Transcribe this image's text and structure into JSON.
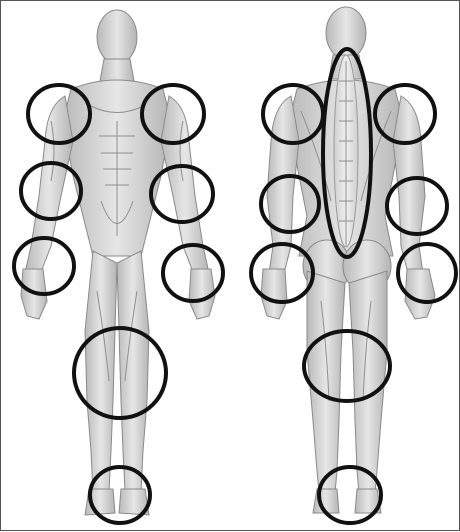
{
  "figure": {
    "views": [
      "front-view",
      "back-view"
    ],
    "highlighted_regions": {
      "front": [
        "left-shoulder",
        "right-shoulder",
        "left-elbow",
        "right-elbow",
        "left-wrist",
        "right-wrist",
        "knee",
        "ankle"
      ],
      "back": [
        "left-shoulder",
        "right-shoulder",
        "spine",
        "left-elbow",
        "right-elbow",
        "left-wrist",
        "right-wrist",
        "knee",
        "ankle"
      ]
    },
    "colors": {
      "background": "#ffffff",
      "body_fill": "#d9d9d9",
      "muscle_shade": "#a9a9a9",
      "ring_stroke": "#111111"
    }
  }
}
